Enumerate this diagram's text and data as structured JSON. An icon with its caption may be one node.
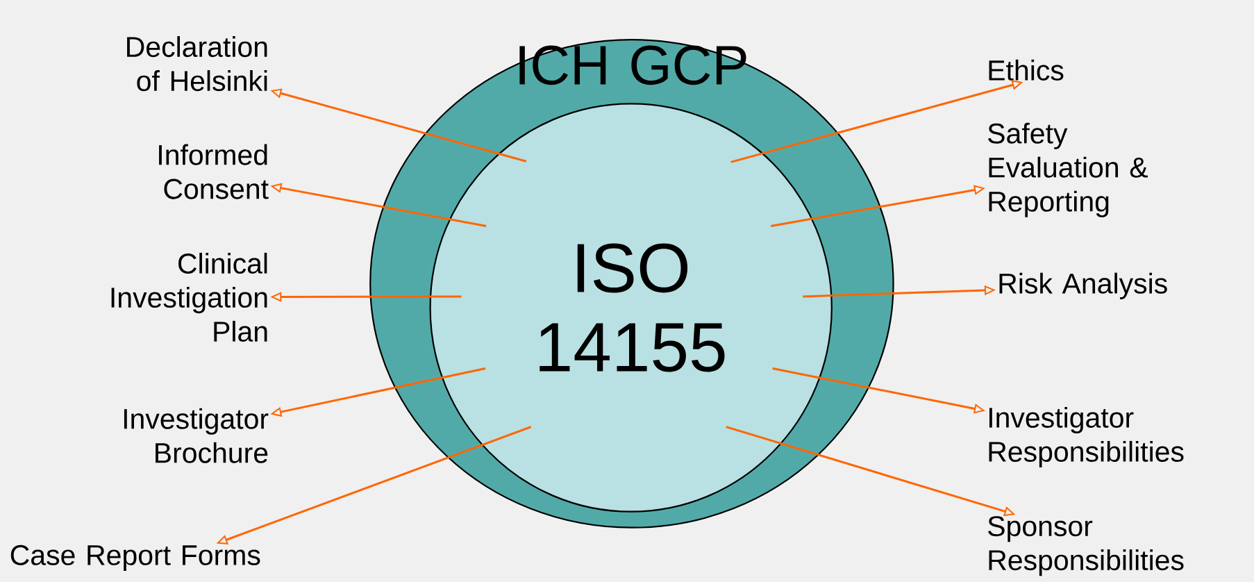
{
  "diagram": {
    "nodes": [
      {
        "text": [
          "ICH GCP"
        ]
      },
      {
        "text": [
          "ISO 14155"
        ],
        "in": 0
      },
      {
        "text": [
          "Declaration of Helsinki"
        ]
      },
      {
        "text": [
          "Informed Consent"
        ]
      },
      {
        "text": [
          "Clinical Investigation Plan"
        ]
      },
      {
        "text": [
          "Investigator Brochure"
        ]
      },
      {
        "text": [
          "Case Report Forms"
        ]
      },
      {
        "text": [
          "Ethics"
        ]
      },
      {
        "text": [
          "Safety Evaluation & Reporting"
        ]
      },
      {
        "text": [
          "Risk Analysis"
        ]
      },
      {
        "text": [
          "Investigator Responsibilities"
        ]
      },
      {
        "text": [
          "Sponsor Responsibilities"
        ]
      }
    ],
    "edges": [
      {
        "from": 1,
        "to": 2,
        "arrow": "to"
      },
      {
        "from": 1,
        "to": 3,
        "arrow": "to"
      },
      {
        "from": 1,
        "to": 4,
        "arrow": "to"
      },
      {
        "from": 1,
        "to": 5,
        "arrow": "to"
      },
      {
        "from": 1,
        "to": 6,
        "arrow": "to"
      },
      {
        "from": 1,
        "to": 7,
        "arrow": "to"
      },
      {
        "from": 1,
        "to": 8,
        "arrow": "to"
      },
      {
        "from": 1,
        "to": 9,
        "arrow": "to"
      },
      {
        "from": 1,
        "to": 10,
        "arrow": "to"
      },
      {
        "from": 1,
        "to": 11,
        "arrow": "to"
      }
    ]
  }
}
